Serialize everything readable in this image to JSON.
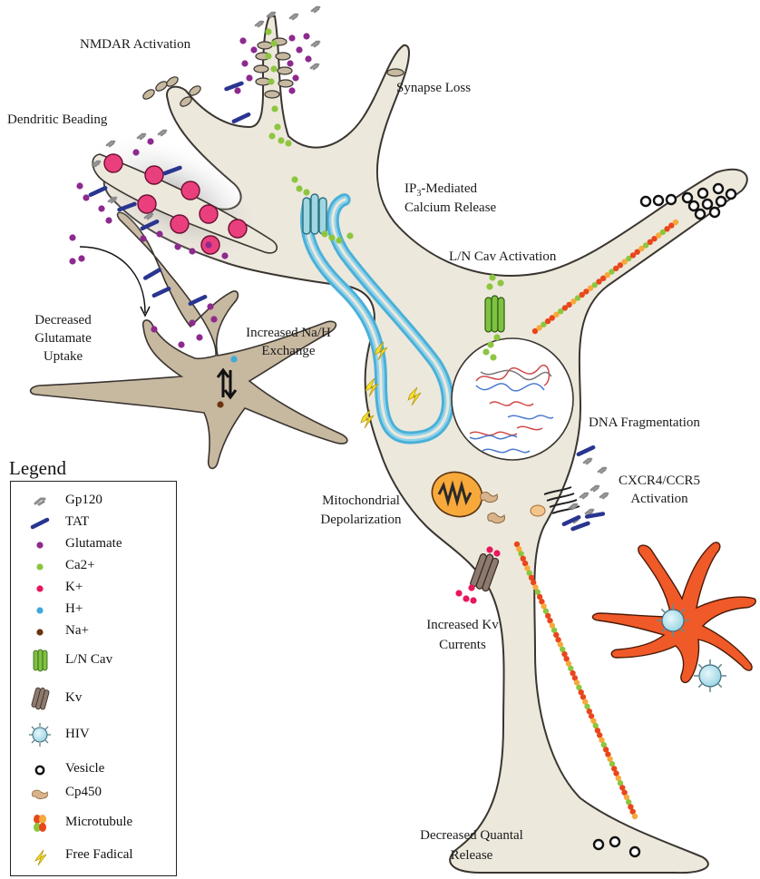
{
  "labels": {
    "nmdar": "NMDAR Activation",
    "synapse_loss": "Synapse Loss",
    "dendritic_beading": "Dendritic Beading",
    "ip3_prefix": "IP",
    "ip3_sub": "3",
    "ip3_suffix": "-Mediated",
    "ip3_line2": "Calcium Release",
    "lncav_activation": "L/N Cav Activation",
    "decreased_glutamate_1": "Decreased",
    "decreased_glutamate_2": "Glutamate",
    "decreased_glutamate_3": "Uptake",
    "na_h_1": "Increased Na/H",
    "na_h_2": "Exchange",
    "dna_fragmentation": "DNA Fragmentation",
    "mito_1": "Mitochondrial",
    "mito_2": "Depolarization",
    "cxcr4_1": "CXCR4/CCR5",
    "cxcr4_2": "Activation",
    "kv_1": "Increased Kv",
    "kv_2": "Currents",
    "quantal_1": "Decreased Quantal",
    "quantal_2": "Release"
  },
  "legend": {
    "title": "Legend",
    "items": [
      {
        "label": "Gp120",
        "icon": "gp120-icon"
      },
      {
        "label": "TAT",
        "icon": "tat-icon"
      },
      {
        "label": "Glutamate",
        "icon": "glutamate-icon"
      },
      {
        "label": "Ca2+",
        "icon": "calcium-icon"
      },
      {
        "label": "K+",
        "icon": "potassium-icon"
      },
      {
        "label": "H+",
        "icon": "hydrogen-icon"
      },
      {
        "label": "Na+",
        "icon": "sodium-icon"
      },
      {
        "label": "L/N Cav",
        "icon": "lncav-channel-icon"
      },
      {
        "label": "Kv",
        "icon": "kv-channel-icon"
      },
      {
        "label": "HIV",
        "icon": "hiv-icon"
      },
      {
        "label": "Vesicle",
        "icon": "vesicle-icon"
      },
      {
        "label": "Cp450",
        "icon": "cp450-icon"
      },
      {
        "label": "Microtubule",
        "icon": "microtubule-icon"
      },
      {
        "label": "Free Fadical",
        "icon": "free-radical-icon"
      }
    ]
  },
  "colors": {
    "neuron_fill": "#ede8dc",
    "neuron_stroke": "#3a3530",
    "astrocyte_fill": "#c7b8a0",
    "microglia_fill": "#f05a28",
    "gp120": "#8c8c8c",
    "tat": "#2a3590",
    "glutamate": "#8e2a8e",
    "calcium": "#8cc63f",
    "potassium": "#e8175d",
    "hydrogen": "#3fa9dc",
    "sodium": "#6b3410",
    "er": "#4ab0d8",
    "mito": "#f7a93b",
    "radical": "#f5e12b"
  }
}
